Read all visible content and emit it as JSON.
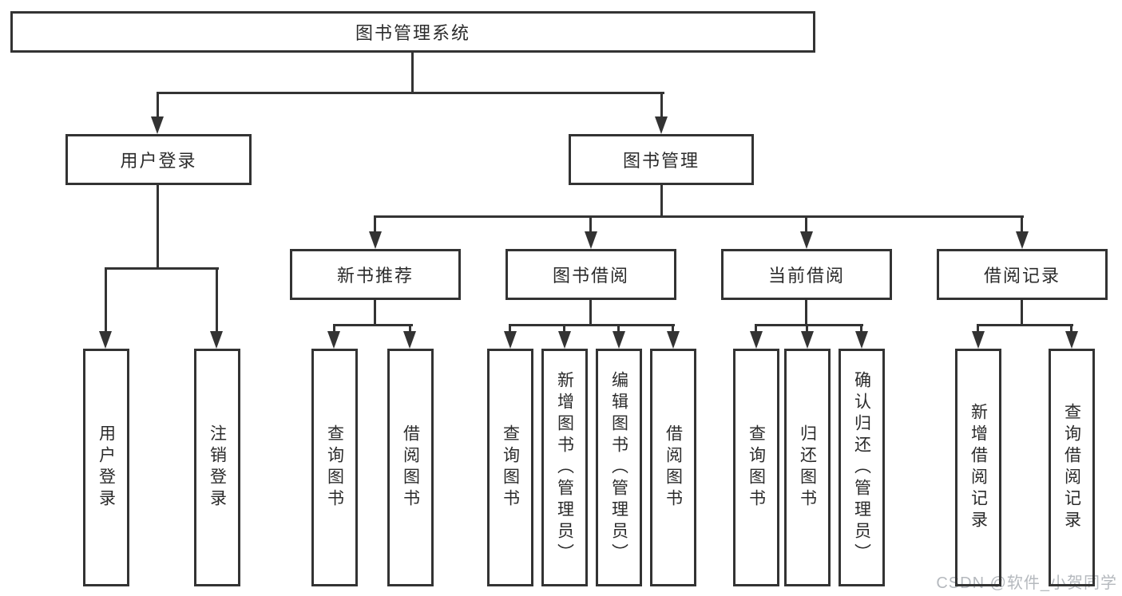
{
  "diagram": {
    "root": {
      "label": "图书管理系统"
    },
    "level2": [
      {
        "label": "用户登录"
      },
      {
        "label": "图书管理"
      }
    ],
    "level3": [
      {
        "label": "新书推荐"
      },
      {
        "label": "图书借阅"
      },
      {
        "label": "当前借阅"
      },
      {
        "label": "借阅记录"
      }
    ],
    "leaves": [
      {
        "label": "用户登录"
      },
      {
        "label": "注销登录"
      },
      {
        "label": "查询图书"
      },
      {
        "label": "借阅图书"
      },
      {
        "label": "查询图书"
      },
      {
        "label": "新增图书（管理员）"
      },
      {
        "label": "编辑图书（管理员）"
      },
      {
        "label": "借阅图书"
      },
      {
        "label": "查询图书"
      },
      {
        "label": "归还图书"
      },
      {
        "label": "确认归还（管理员）"
      },
      {
        "label": "新增借阅记录"
      },
      {
        "label": "查询借阅记录"
      }
    ]
  },
  "watermark": {
    "text": "CSDN @软件_小贺同学"
  },
  "colors": {
    "line": "#333333",
    "border": "#333333",
    "text": "#2b2b2b",
    "background": "#ffffff",
    "watermark": "#b5b9be"
  }
}
